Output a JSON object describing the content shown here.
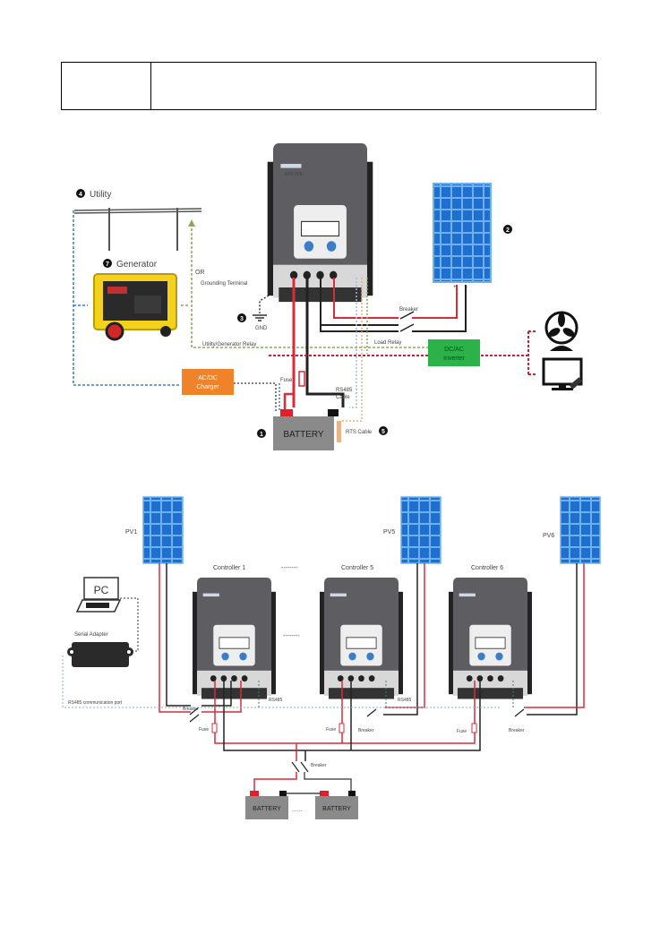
{
  "header_table": {
    "left_cell": "",
    "right_cell": ""
  },
  "diagram1": {
    "title": "Single controller wiring diagram",
    "controller_brand": "EPEVER",
    "labels": {
      "utility": "Utility",
      "utility_num": "4",
      "generator": "Generator",
      "generator_num": "7",
      "or": "OR",
      "grounding_terminal": "Grounding Terminal",
      "ground_num": "3",
      "gnd": "GND",
      "utility_generator_relay": "Utility/Generator Relay",
      "pv_num": "2",
      "breaker": "Breaker",
      "load_relay": "Load Relay",
      "dcac_inverter_line1": "DC/AC",
      "dcac_inverter_line2": "Inverter",
      "acdc_charger_line1": "AC/DC",
      "acdc_charger_line2": "Charger",
      "fuse": "Fuse",
      "rs485_line1": "RS485",
      "rs485_line2": "Cable",
      "battery": "BATTERY",
      "battery_num": "1",
      "rts_cable": "RTS Cable",
      "rts_num": "5"
    },
    "icons": [
      "utility-pole-icon",
      "generator-icon",
      "solar-panel-icon",
      "fan-icon",
      "monitor-icon",
      "ground-icon"
    ]
  },
  "diagram2": {
    "title": "Parallel controllers wiring diagram",
    "pv_labels": [
      "PV1",
      "PV5",
      "PV6"
    ],
    "controller_labels": [
      "Controller 1",
      "Controller 5",
      "Controller 6"
    ],
    "ellipsis": "--------",
    "pc": "PC",
    "serial_adapter": "Serial Adapter",
    "rs485_comm_port": "RS485 communication port",
    "rs485": "RS485",
    "breaker": "Breaker",
    "fuse": "Fuse",
    "battery": "BATTERY",
    "battery_ellipsis": "......"
  },
  "colors": {
    "positive_wire": "#d92b3a",
    "negative_wire": "#222222",
    "comm_blue": "#3a7ec8",
    "comm_green": "#8aaa5a",
    "ac_red": "#c8203a",
    "panel_blue": "#2f7fd6",
    "controller_gray": "#5a5a5e",
    "inverter_green": "#2bb34a",
    "charger_orange": "#f0822a",
    "battery_gray": "#8a8a8a"
  }
}
